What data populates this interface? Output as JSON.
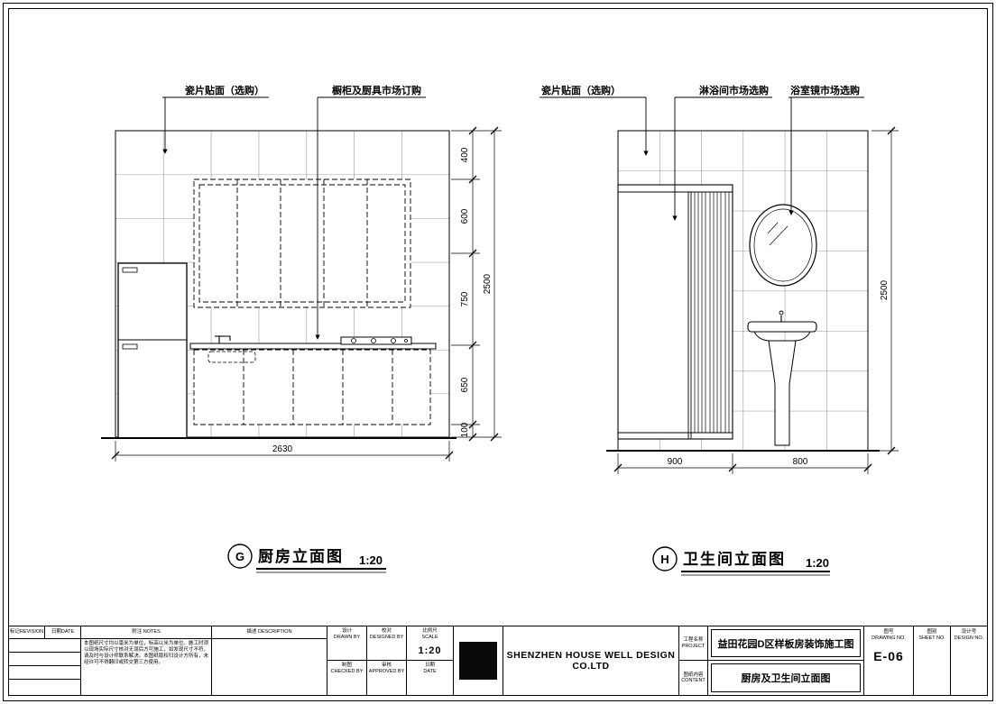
{
  "kitchen": {
    "callout_tile": "瓷片贴面（选购）",
    "callout_cabinet": "橱柜及厨具市场订购",
    "dims_right": [
      "400",
      "600",
      "750",
      "650",
      "100"
    ],
    "dim_total": "2500",
    "dim_bottom": "2630",
    "bubble": "G",
    "title": "厨房立面图",
    "scale": "1:20"
  },
  "bathroom": {
    "callout_tile": "瓷片贴面（选购）",
    "callout_shower": "淋浴间市场选购",
    "callout_mirror": "浴室镜市场选购",
    "dim_total": "2500",
    "dim_bottom_left": "900",
    "dim_bottom_right": "800",
    "bubble": "H",
    "title": "卫生间立面图",
    "scale": "1:20"
  },
  "titleblock": {
    "rev_mark_cn": "标记",
    "rev_mark_en": "REVISION",
    "rev_date_cn": "日期",
    "rev_date_en": "DATE",
    "notes_cn": "附注",
    "notes_en": "NOTES",
    "notes_body": "本图纸尺寸均以毫米为单位，标高以米为单位。施工时须以现场实际尺寸核对无误后方可施工，如发现尺寸不符，请及时与设计师联系解决。本图纸版权归设计方所有，未经许可不得翻印或转交第三方使用。",
    "desc_cn": "描述",
    "desc_en": "DESCRIPTION",
    "drawn_cn": "设计",
    "drawn_en": "DRAWN BY",
    "checked_cn": "校对",
    "checked_en": "DESIGNED BY",
    "draft_cn": "制图",
    "draft_en": "CHECKED BY",
    "approved_cn": "审核",
    "approved_en": "APPROVED BY",
    "scale_cn": "比例尺",
    "scale_en": "SCALE",
    "scale_value": "1:20",
    "date_cn": "日期",
    "date_en": "DATE",
    "company": "SHENZHEN HOUSE WELL DESIGN CO.LTD",
    "project_cn": "工程名称",
    "project_en": "PROJECT",
    "project_value": "益田花园D区样板房装饰施工图",
    "content_cn": "图纸内容",
    "content_en": "CONTENT",
    "content_value": "厨房及卫生间立面图",
    "dwgno_cn": "图号",
    "dwgno_en": "DRAWING NO.",
    "dwgno_value": "E-06",
    "sheet_cn": "图别",
    "sheet_en": "SHEET NO.",
    "designno_cn": "设计号",
    "designno_en": "DESIGN NO."
  }
}
